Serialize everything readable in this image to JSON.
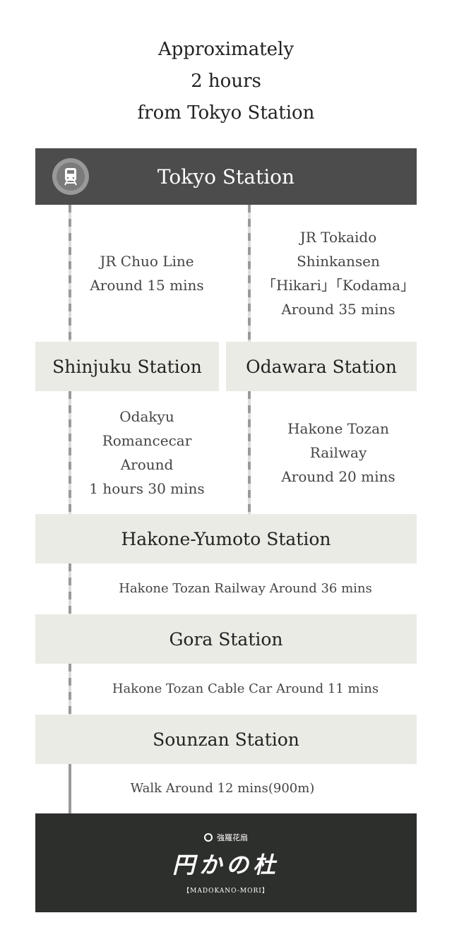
{
  "title": {
    "lines": [
      "Approximately",
      "2 hours",
      "from Tokyo Station"
    ]
  },
  "header": {
    "station": "Tokyo Station",
    "icon": "train-icon"
  },
  "route_left": {
    "segment1": [
      "JR Chuo Line",
      "Around 15 mins"
    ],
    "station1": "Shinjuku Station",
    "segment2": [
      "Odakyu",
      "Romancecar",
      "Around",
      "1 hours 30 mins"
    ]
  },
  "route_right": {
    "segment1": [
      "JR Tokaido",
      "Shinkansen",
      "「Hikari」「Kodama」",
      "Around 35 mins"
    ],
    "station1": "Odawara Station",
    "segment2": [
      "Hakone Tozan",
      "Railway",
      "Around 20 mins"
    ]
  },
  "stations": [
    {
      "name": "Hakone-Yumoto Station",
      "next": "Hakone Tozan Railway Around 36 mins"
    },
    {
      "name": "Gora Station",
      "next": "Hakone Tozan Cable Car Around 11 mins"
    },
    {
      "name": "Sounzan Station",
      "next": "Walk Around 12 mins(900m)"
    }
  ],
  "footer": {
    "brand_top": "強羅花扇",
    "brand_main": "円かの杜",
    "brand_sub": "【MADOKANO-MORI】"
  },
  "colors": {
    "header": "#4b4c4b",
    "station_box": "#ebebe6",
    "footer": "#2d2f2c",
    "line": "#9a9a9a"
  }
}
